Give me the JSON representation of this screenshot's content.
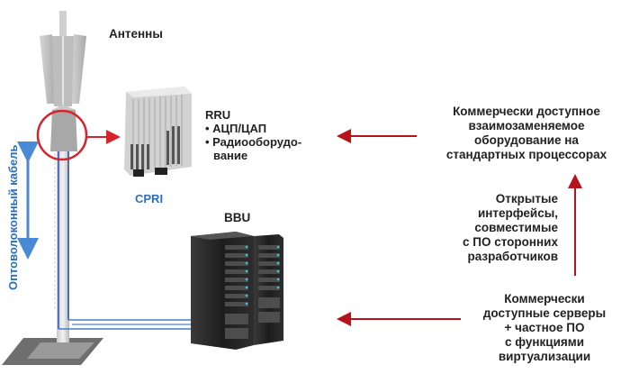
{
  "colors": {
    "arrow_red": "#b5121b",
    "circle_red": "#d8232a",
    "fiber_blue": "#2a6fc0",
    "text_dark": "#222222"
  },
  "labels": {
    "antennas": "Антенны",
    "rru_title": "RRU",
    "rru_bullets": [
      "АЦП/ЦАП",
      "Радиооборудо-",
      "вание"
    ],
    "cpri": "CPRI",
    "bbu": "BBU",
    "fiber_cable": "Оптоволоконный кабель"
  },
  "right_blocks": {
    "hardware": [
      "Коммерчески доступное",
      "взаимозаменяемое",
      "оборудование на",
      "стандартных процессорах"
    ],
    "interfaces": [
      "Открытые",
      "интерфейсы,",
      "совместимые",
      "с ПО сторонних",
      "разработчиков"
    ],
    "servers": [
      "Коммерчески",
      "доступные серверы",
      "+ частное ПО",
      "с функциями",
      "виртуализации"
    ]
  },
  "icons": [
    "antenna-tower-icon",
    "rru-unit-icon",
    "server-rack-icon",
    "arrow-left-icon",
    "arrow-up-icon",
    "double-arrow-vertical-icon"
  ]
}
